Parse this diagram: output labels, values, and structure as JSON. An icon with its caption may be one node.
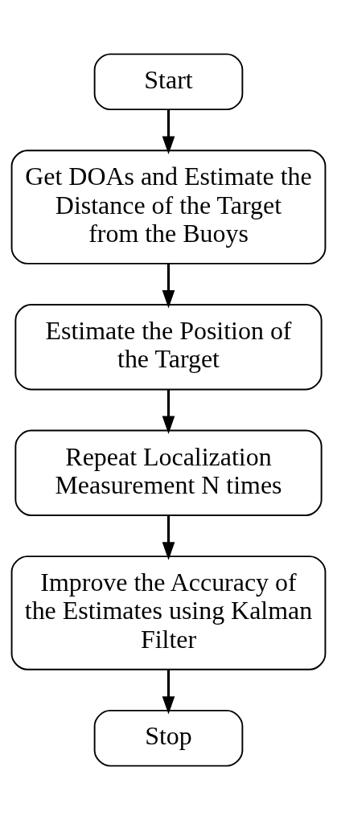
{
  "diagram": {
    "nodes": [
      {
        "text": [
          "Start"
        ]
      },
      {
        "text": [
          "Get DOAs and Estimate the Distance of the Target from the Buoys"
        ]
      },
      {
        "text": [
          "Estimate the Position of the Target"
        ]
      },
      {
        "text": [
          "Repeat Localization Measurement N times"
        ]
      },
      {
        "text": [
          "Improve the Accuracy of the Estimates using Kalman Filter"
        ]
      },
      {
        "text": [
          "Stop"
        ]
      }
    ],
    "edges": [
      {
        "from": 0,
        "to": 1,
        "arrow": "to"
      },
      {
        "from": 1,
        "to": 2,
        "arrow": "to"
      },
      {
        "from": 2,
        "to": 3,
        "arrow": "to"
      },
      {
        "from": 3,
        "to": 4,
        "arrow": "to"
      },
      {
        "from": 4,
        "to": 5,
        "arrow": "to"
      }
    ]
  }
}
